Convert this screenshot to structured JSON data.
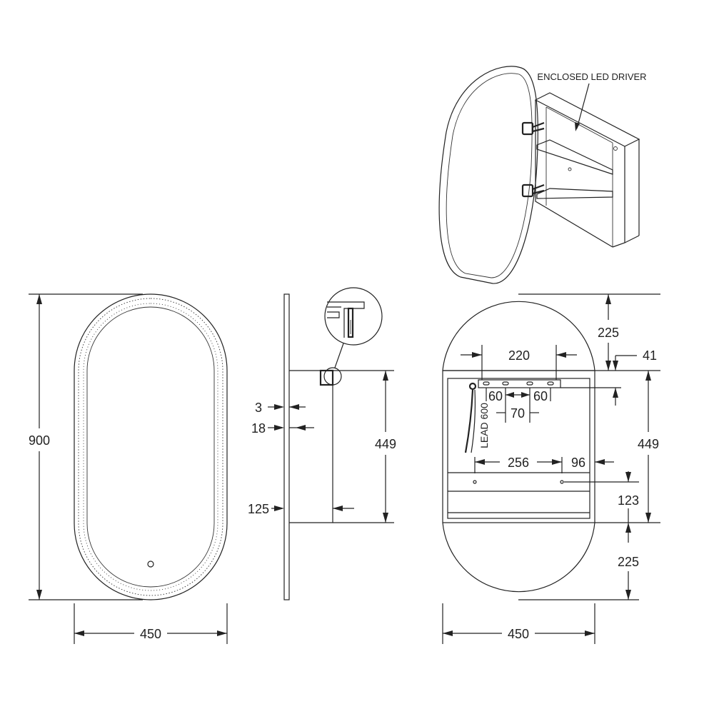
{
  "front_view": {
    "dim_height": "900",
    "dim_width": "450"
  },
  "side_view": {
    "dim_glass": "3",
    "dim_frame": "18",
    "dim_depth": "125",
    "dim_body_height": "449"
  },
  "back_view": {
    "dim_top_arc": "225",
    "dim_top_offset": "41",
    "dim_bracket_span": "220",
    "dim_left_slot": "60",
    "dim_right_slot": "60",
    "dim_mid_slot": "70",
    "lead_label": "LEAD 600",
    "dim_hole_span": "256",
    "dim_hole_edge": "96",
    "dim_body_height": "449",
    "dim_hole_height": "123",
    "dim_bottom_arc": "225",
    "dim_width": "450"
  },
  "iso_view": {
    "note": "ENCLOSED LED DRIVER"
  }
}
